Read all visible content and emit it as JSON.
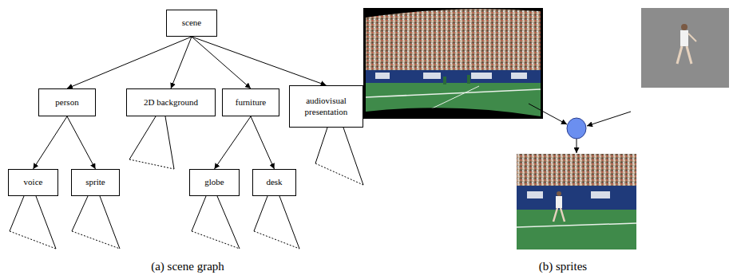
{
  "diagram": {
    "nodes": [
      {
        "text": [
          "scene"
        ]
      },
      {
        "text": [
          "person"
        ]
      },
      {
        "text": [
          "2D background"
        ]
      },
      {
        "text": [
          "furniture"
        ]
      },
      {
        "text": [
          "audiovisual presentation"
        ]
      },
      {
        "text": [
          "voice"
        ]
      },
      {
        "text": [
          "sprite"
        ]
      },
      {
        "text": [
          "globe"
        ]
      },
      {
        "text": [
          "desk"
        ]
      }
    ],
    "edges": [
      {
        "from": 0,
        "to": 1,
        "arrow": "to"
      },
      {
        "from": 0,
        "to": 2,
        "arrow": "to"
      },
      {
        "from": 0,
        "to": 3,
        "arrow": "to"
      },
      {
        "from": 0,
        "to": 4,
        "arrow": "to"
      },
      {
        "from": 1,
        "to": 5,
        "arrow": "to"
      },
      {
        "from": 1,
        "to": 6,
        "arrow": "to"
      },
      {
        "from": 3,
        "to": 7,
        "arrow": "to"
      },
      {
        "from": 3,
        "to": 8,
        "arrow": "to"
      }
    ],
    "labels": [
      "(a) scene graph",
      "(b) sprites"
    ]
  }
}
